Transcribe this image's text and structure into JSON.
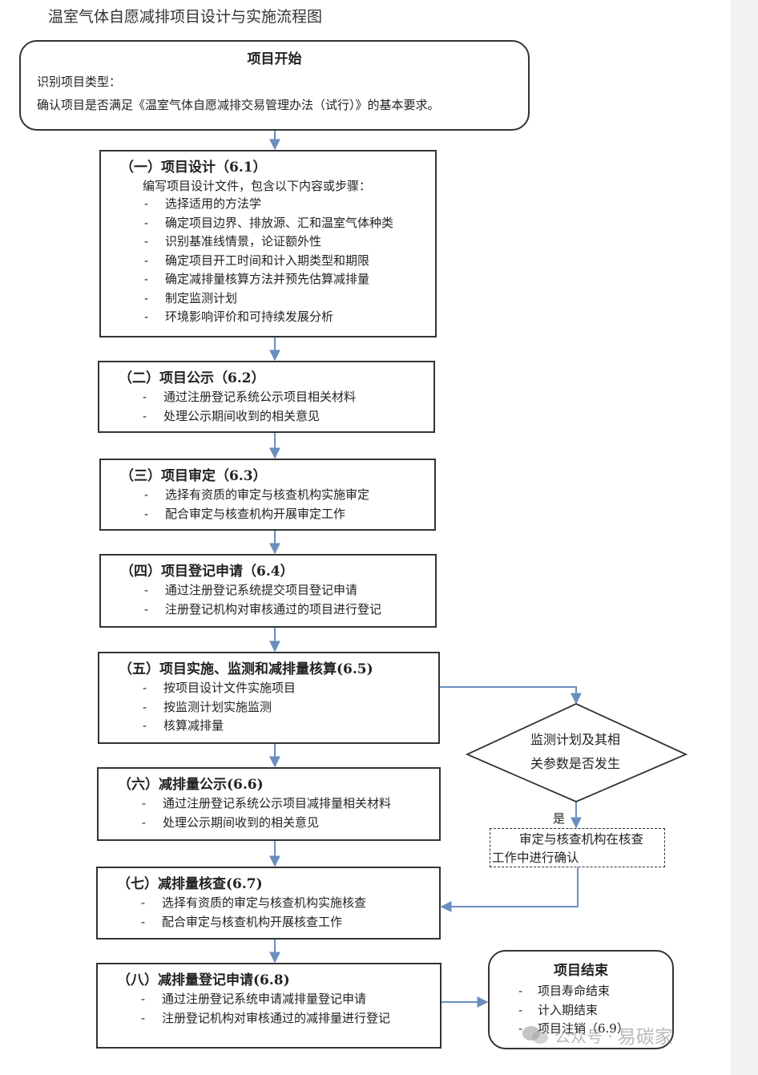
{
  "title": "温室气体自愿减排项目设计与实施流程图",
  "start": {
    "heading": "项目开始",
    "lines": [
      "识别项目类型：",
      "确认项目是否满足《温室气体自愿减排交易管理办法（试行）》的基本要求。"
    ]
  },
  "steps": [
    {
      "heading": "（一）项目设计（6.1）",
      "intro": "编写项目设计文件，包含以下内容或步骤：",
      "items": [
        "选择适用的方法学",
        "确定项目边界、排放源、汇和温室气体种类",
        "识别基准线情景，论证额外性",
        "确定项目开工时间和计入期类型和期限",
        "确定减排量核算方法并预先估算减排量",
        "制定监测计划",
        "环境影响评价和可持续发展分析"
      ]
    },
    {
      "heading": "（二）项目公示（6.2）",
      "items": [
        "通过注册登记系统公示项目相关材料",
        "处理公示期间收到的相关意见"
      ]
    },
    {
      "heading": "（三）项目审定（6.3）",
      "items": [
        "选择有资质的审定与核查机构实施审定",
        "配合审定与核查机构开展审定工作"
      ]
    },
    {
      "heading": "（四）项目登记申请（6.4）",
      "items": [
        "通过注册登记系统提交项目登记申请",
        "注册登记机构对审核通过的项目进行登记"
      ]
    },
    {
      "heading": "（五）项目实施、监测和减排量核算(6.5)",
      "items": [
        "按项目设计文件实施项目",
        "按监测计划实施监测",
        "核算减排量"
      ]
    },
    {
      "heading": "（六）减排量公示(6.6)",
      "items": [
        "通过注册登记系统公示项目减排量相关材料",
        "处理公示期间收到的相关意见"
      ]
    },
    {
      "heading": "（七）减排量核查(6.7)",
      "items": [
        "选择有资质的审定与核查机构实施核查",
        "配合审定与核查机构开展核查工作"
      ]
    },
    {
      "heading": "（八）减排量登记申请(6.8)",
      "items": [
        "通过注册登记系统申请减排量登记申请",
        "注册登记机构对审核通过的减排量进行登记"
      ]
    }
  ],
  "dash": "-",
  "decision": {
    "lines": [
      "监测计划及其相",
      "关参数是否发生"
    ],
    "yes": "是"
  },
  "confirm": {
    "lines": [
      "审定与核查机构在核查",
      "工作中进行确认"
    ]
  },
  "end": {
    "heading": "项目结束",
    "items": [
      "项目寿命结束",
      "计入期结束",
      "项目注销（6.9）"
    ]
  },
  "watermark": {
    "prefix": "公众号 ·",
    "name": "易碳家"
  },
  "colors": {
    "arrow": "#6a8fbf",
    "border": "#333333"
  }
}
